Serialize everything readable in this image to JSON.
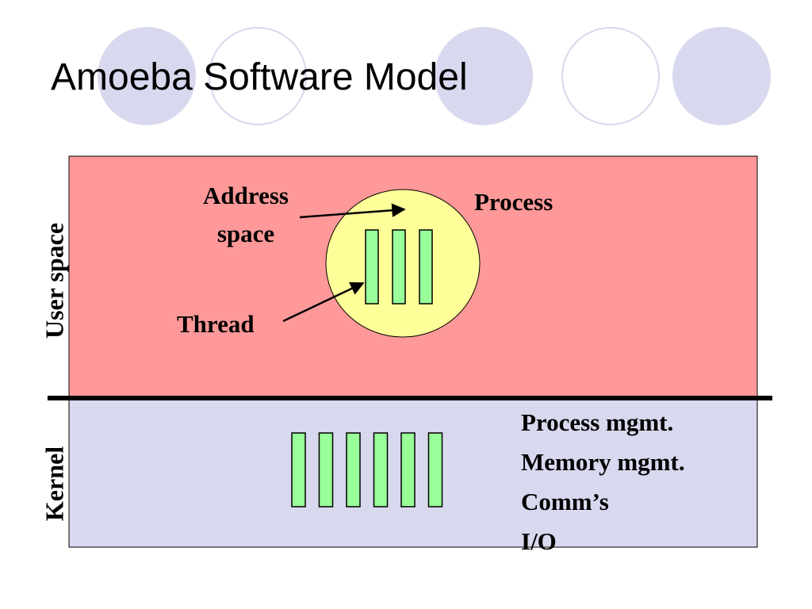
{
  "slide": {
    "title": "Amoeba Software Model"
  },
  "regions": {
    "user_space_label": "User space",
    "kernel_label": "Kernel",
    "user_space_color": "#ff9999",
    "kernel_color": "#d8d8ee",
    "process_color": "#ffff99",
    "thread_color": "#99ff99"
  },
  "labels": {
    "address_space_line1": "Address",
    "address_space_line2": "space",
    "process": "Process",
    "thread": "Thread"
  },
  "process_threads": 3,
  "kernel_threads": 6,
  "kernel_functions": [
    "Process mgmt.",
    "Memory mgmt.",
    "Comm’s",
    "I/O"
  ]
}
